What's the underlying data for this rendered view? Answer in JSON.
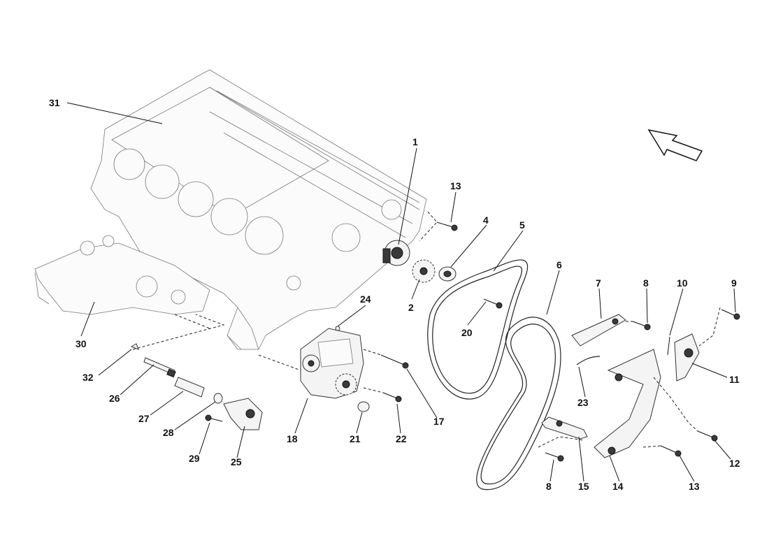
{
  "diagram": {
    "callouts": [
      {
        "id": "31",
        "label": "31"
      },
      {
        "id": "1",
        "label": "1"
      },
      {
        "id": "13a",
        "label": "13"
      },
      {
        "id": "4",
        "label": "4"
      },
      {
        "id": "5",
        "label": "5"
      },
      {
        "id": "6",
        "label": "6"
      },
      {
        "id": "2",
        "label": "2"
      },
      {
        "id": "20",
        "label": "20"
      },
      {
        "id": "24",
        "label": "24"
      },
      {
        "id": "7",
        "label": "7"
      },
      {
        "id": "8a",
        "label": "8"
      },
      {
        "id": "10",
        "label": "10"
      },
      {
        "id": "9",
        "label": "9"
      },
      {
        "id": "30",
        "label": "30"
      },
      {
        "id": "32",
        "label": "32"
      },
      {
        "id": "26",
        "label": "26"
      },
      {
        "id": "27",
        "label": "27"
      },
      {
        "id": "28",
        "label": "28"
      },
      {
        "id": "29",
        "label": "29"
      },
      {
        "id": "25",
        "label": "25"
      },
      {
        "id": "18",
        "label": "18"
      },
      {
        "id": "21",
        "label": "21"
      },
      {
        "id": "22",
        "label": "22"
      },
      {
        "id": "17",
        "label": "17"
      },
      {
        "id": "11",
        "label": "11"
      },
      {
        "id": "23",
        "label": "23"
      },
      {
        "id": "12",
        "label": "12"
      },
      {
        "id": "13b",
        "label": "13"
      },
      {
        "id": "14",
        "label": "14"
      },
      {
        "id": "15",
        "label": "15"
      },
      {
        "id": "8b",
        "label": "8"
      }
    ],
    "direction_arrow": "direction-arrow-icon"
  }
}
